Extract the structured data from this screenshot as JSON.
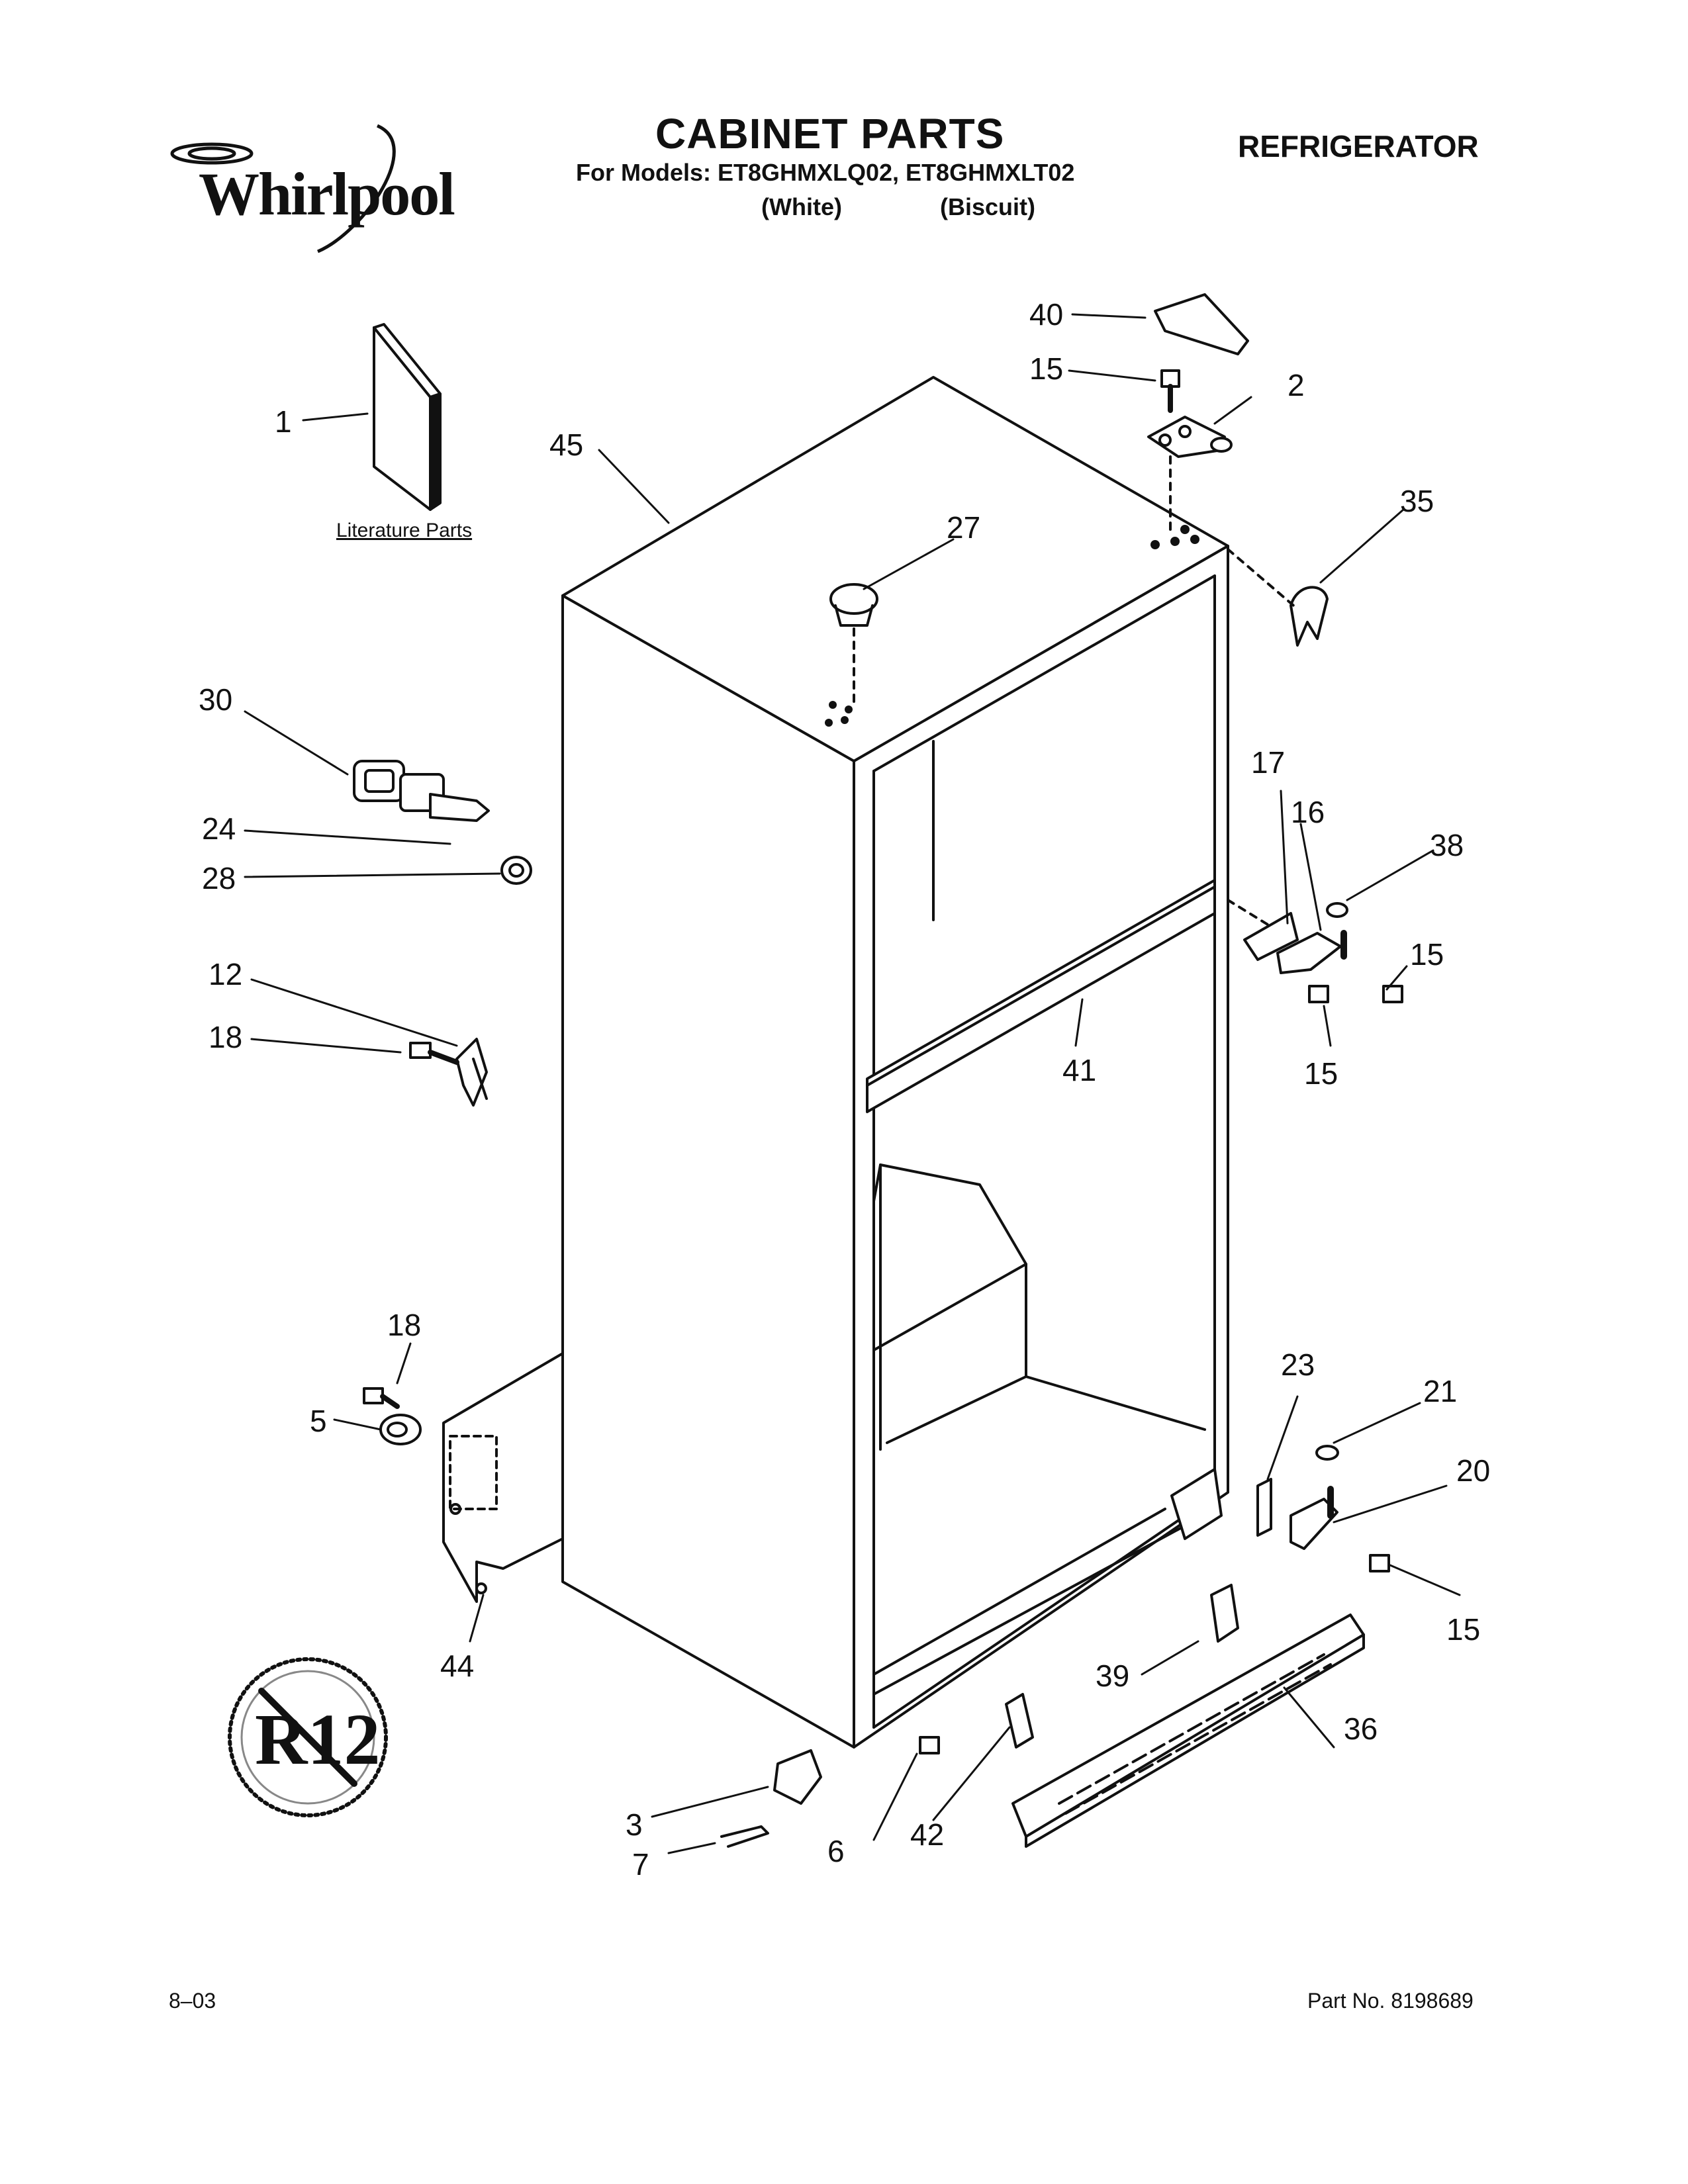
{
  "header": {
    "brand": "Whirlpool",
    "title": "CABINET PARTS",
    "models_line": "For Models: ET8GHMXLQ02, ET8GHMXLT02",
    "variant_white": "(White)",
    "variant_biscuit": "(Biscuit)",
    "category": "REFRIGERATOR"
  },
  "diagram": {
    "literature_caption": "Literature Parts",
    "no_r12_badge": "R12",
    "callouts": {
      "c1": "1",
      "c2": "2",
      "c3": "3",
      "c5": "5",
      "c6": "6",
      "c7": "7",
      "c12": "12",
      "c15a": "15",
      "c15b": "15",
      "c15c": "15",
      "c15d": "15",
      "c16": "16",
      "c17": "17",
      "c18a": "18",
      "c18b": "18",
      "c20": "20",
      "c21": "21",
      "c23": "23",
      "c24": "24",
      "c27": "27",
      "c28": "28",
      "c30": "30",
      "c35": "35",
      "c36": "36",
      "c38": "38",
      "c39": "39",
      "c40": "40",
      "c41": "41",
      "c42": "42",
      "c44": "44",
      "c45": "45"
    }
  },
  "footer": {
    "date_code": "8–03",
    "part_number": "Part No. 8198689"
  }
}
